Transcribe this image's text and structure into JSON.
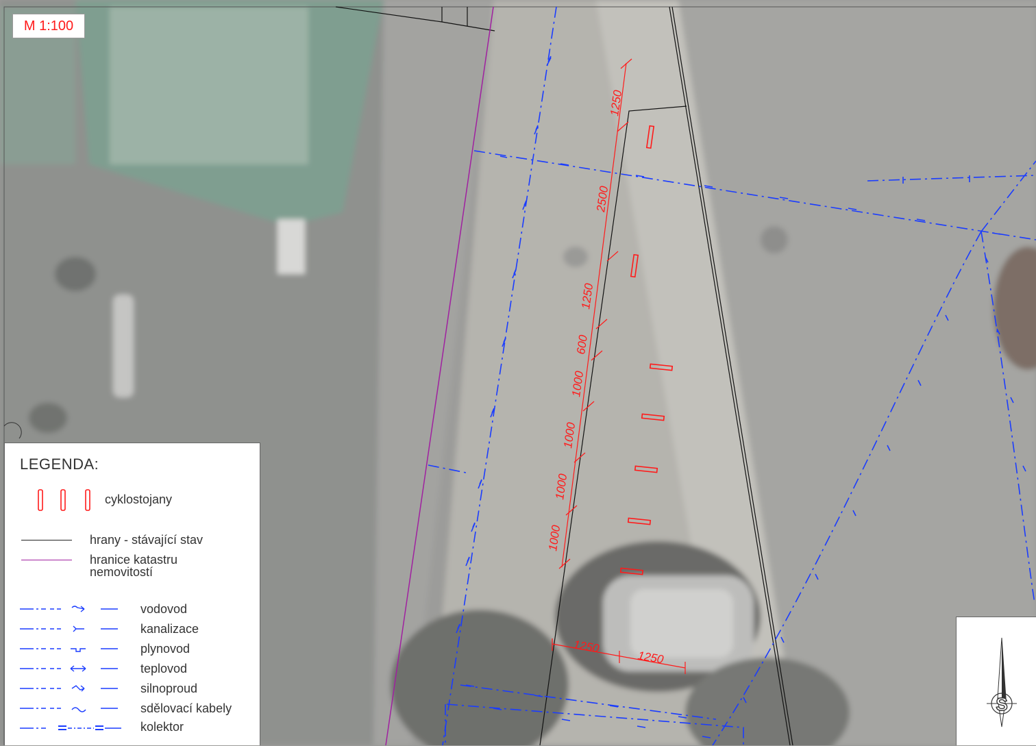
{
  "scale": "M 1:100",
  "dimensions": [
    "1250",
    "2500",
    "1250",
    "600",
    "1000",
    "1000",
    "1000",
    "1000",
    "1250",
    "1250"
  ],
  "legend": {
    "title": "LEGENDA:",
    "bike_racks": "cyklostojany",
    "existing_edges": "hrany - stávající stav",
    "cadastre_line1": "hranice katastru",
    "cadastre_line2": "nemovitostí",
    "utilities": [
      "vodovod",
      "kanalizace",
      "plynovod",
      "teplovod",
      "silnoproud",
      "sdělovací kabely",
      "kolektor"
    ]
  },
  "compass": "S",
  "colors": {
    "dimension": "#ff1a1a",
    "utility": "#1a3cff",
    "cadastre": "#a020a0",
    "edge": "#111111"
  }
}
